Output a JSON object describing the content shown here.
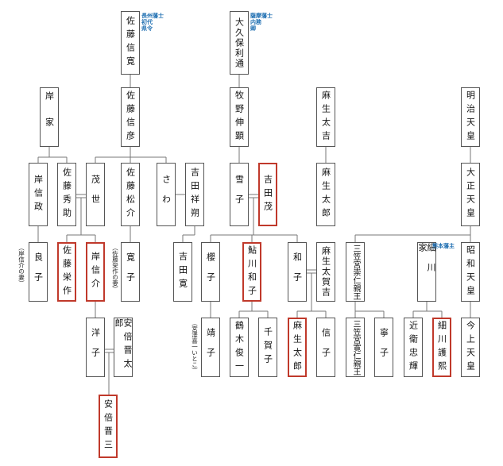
{
  "people": {
    "sato_nobuhiro": "佐藤信寛",
    "okubo_toshimichi": "大久保利通",
    "kishi_family": "岸家",
    "sato_nobuhiro2": "佐藤信彦",
    "makino_nobuaki": "牧野伸顕",
    "aso_takichi": "麻生太吉",
    "meiji": "明治天皇",
    "kishi_nobumasa": "岸信政",
    "sato_hidesuke": "佐藤秀助",
    "shige_yo": "茂世",
    "sato_matsusuke": "佐藤松介",
    "sawa": "さわ",
    "yoshida_shoro": "吉田祥朔",
    "yukiko": "雪子",
    "yoshida_shigeru": "吉田茂",
    "aso_taro_elder": "麻生太郎",
    "taisho": "大正天皇",
    "yoshiko": "良子",
    "sato_eisaku": "佐藤栄作",
    "kishi_nobusuke": "岸信介",
    "hiroko": "寛子",
    "yoshida_hiroshi": "吉田寛",
    "sakurako": "櫻子",
    "ayukawa_kazuko": "鮎川和子",
    "kazuko": "和子",
    "aso_takakichi": "麻生太賀吉",
    "mikasa_takahito": "三笠宮崇仁親王",
    "hosokawa_family": "細川家",
    "showa": "昭和天皇",
    "yoko": "洋子",
    "abe_shintaro": "安倍晋太郎",
    "yasuko": "靖子",
    "tsuruki_toshikazu": "鶴木俊一",
    "chikako": "千賀子",
    "aso_taro": "麻生太郎",
    "nobuko": "信子",
    "mikasa_tomohito": "三笠宮寛仁親王",
    "yasuko2": "寧子",
    "konoe_tadateru": "近衛忠輝",
    "hosokawa_morihiro": "細川護熙",
    "kinjo": "今上天皇",
    "abe_shinzo": "安倍晋三"
  },
  "notes": {
    "yoshiko_note": "（岸信介の妻）",
    "hiroko_note": "（佐藤栄作の妻）",
    "yasuko_note": "（宮澤喜一いとこ）"
  },
  "tags": {
    "sato_nobuhiro_tag": [
      "長州藩士",
      "初代",
      "県令"
    ],
    "okubo_tag": [
      "薩摩藩士",
      "内務",
      "卿"
    ],
    "hosokawa_tag": [
      "熊本藩主"
    ]
  }
}
